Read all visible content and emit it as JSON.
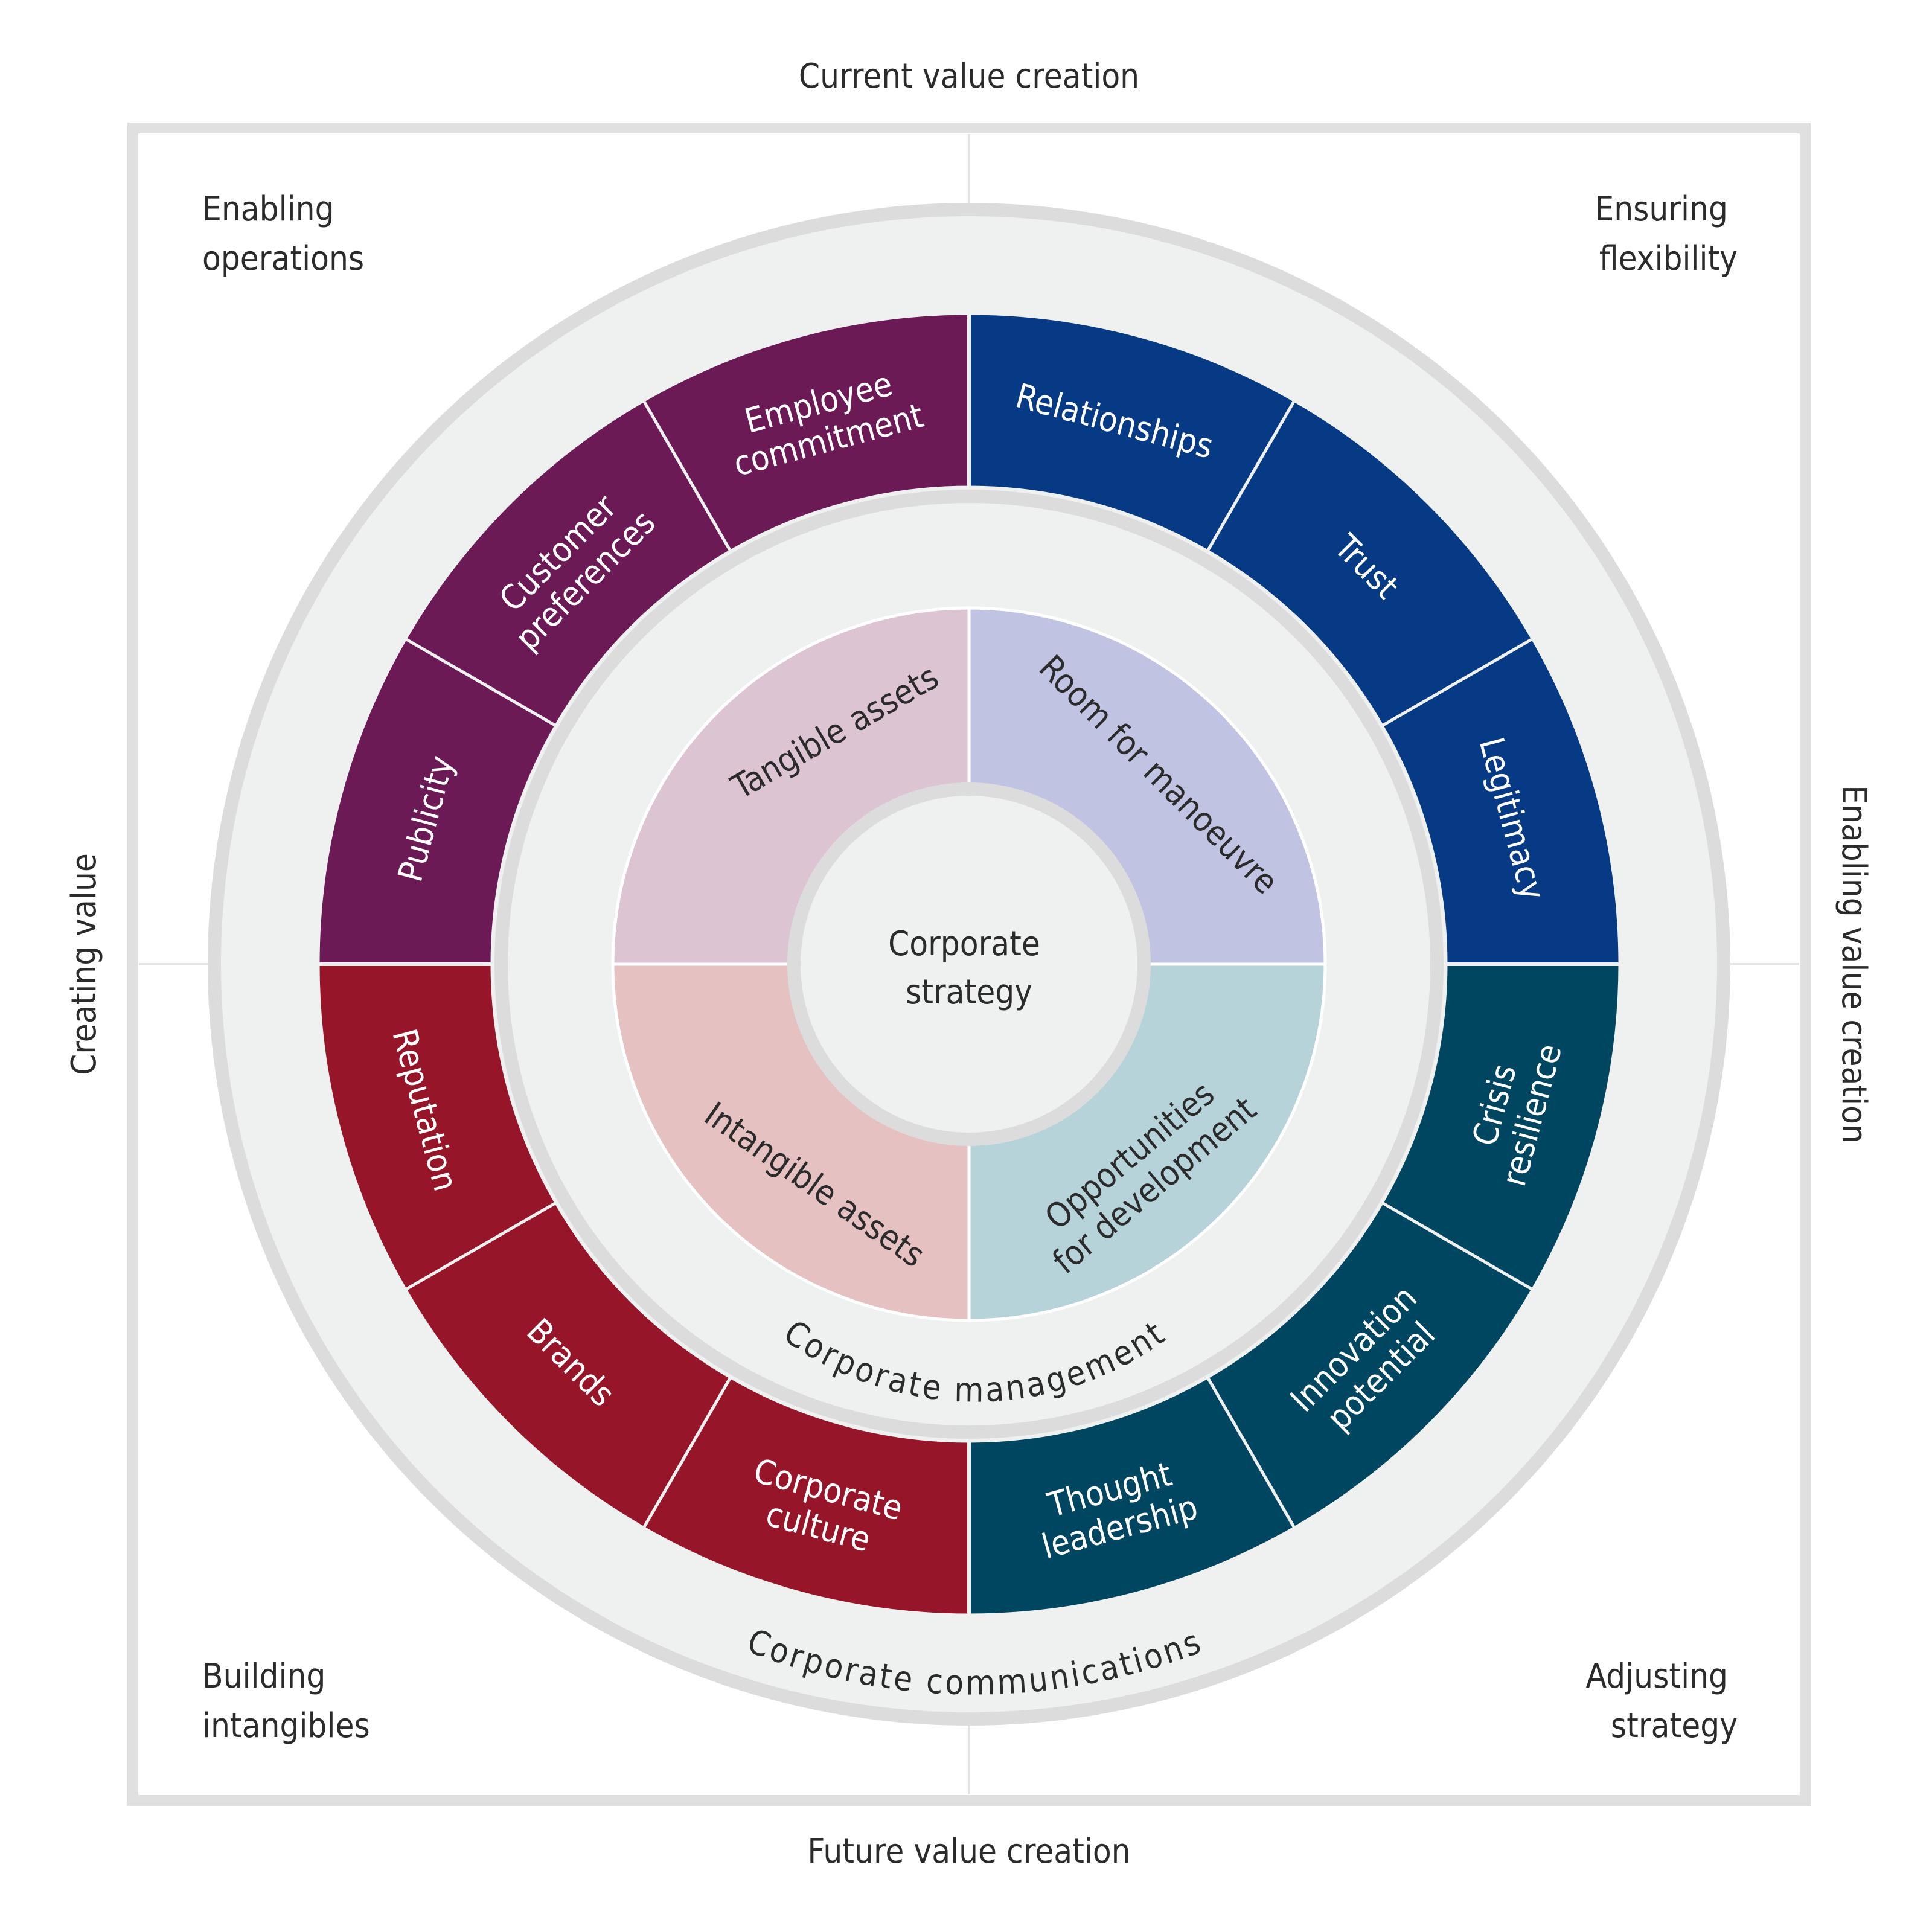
{
  "axes": {
    "top": "Current value creation",
    "bottom": "Future value creation",
    "left": "Creating value",
    "right": "Enabling value creation"
  },
  "quadrants": {
    "top_left": [
      "Enabling",
      "operations"
    ],
    "top_right": [
      "Ensuring",
      "flexibility"
    ],
    "bottom_left": [
      "Building",
      "intangibles"
    ],
    "bottom_right": [
      "Adjusting",
      "strategy"
    ]
  },
  "colors": {
    "purple": "#6b1a55",
    "blue": "#063a84",
    "red": "#971528",
    "teal": "#014661",
    "tangible": "#dcc4d3",
    "room": "#c1c3e2",
    "intangible": "#e6c1c1",
    "opportunities": "#b7d3da",
    "ring_fill": "#eff0f0",
    "ring_border": "#dcdcdc"
  },
  "outer_segments": [
    {
      "lines": [
        "Publicity"
      ],
      "quadrant": "top_left"
    },
    {
      "lines": [
        "Customer",
        "preferences"
      ],
      "quadrant": "top_left"
    },
    {
      "lines": [
        "Employee",
        "commitment"
      ],
      "quadrant": "top_left"
    },
    {
      "lines": [
        "Relationships"
      ],
      "quadrant": "top_right"
    },
    {
      "lines": [
        "Trust"
      ],
      "quadrant": "top_right"
    },
    {
      "lines": [
        "Legitimacy"
      ],
      "quadrant": "top_right"
    },
    {
      "lines": [
        "Crisis",
        "resilience"
      ],
      "quadrant": "bottom_right"
    },
    {
      "lines": [
        "Innovation",
        "potential"
      ],
      "quadrant": "bottom_right"
    },
    {
      "lines": [
        "Thought",
        "leadership"
      ],
      "quadrant": "bottom_right"
    },
    {
      "lines": [
        "Corporate",
        "culture"
      ],
      "quadrant": "bottom_left"
    },
    {
      "lines": [
        "Brands"
      ],
      "quadrant": "bottom_left"
    },
    {
      "lines": [
        "Reputation"
      ],
      "quadrant": "bottom_left"
    }
  ],
  "inner_segments": [
    {
      "text": "Tangible assets",
      "quadrant": "top_left"
    },
    {
      "text": "Room for manoeuvre",
      "quadrant": "top_right"
    },
    {
      "lines": [
        "Opportunities",
        "for development"
      ],
      "quadrant": "bottom_right"
    },
    {
      "text": "Intangible assets",
      "quadrant": "bottom_left"
    }
  ],
  "rings": {
    "management": "Corporate management",
    "communications": "Corporate communications"
  },
  "center": [
    "Corporate",
    "strategy"
  ]
}
